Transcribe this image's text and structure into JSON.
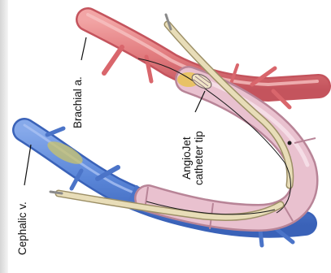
{
  "labels": {
    "brachial": "Brachial a.",
    "cephalic": "Cephalic v.",
    "angiojet_line1": "AngioJet",
    "angiojet_line2": "catheter tip"
  },
  "colors": {
    "artery": "#e58080",
    "artery_dark": "#b84a55",
    "vein": "#5a86d8",
    "vein_dark": "#2f57b0",
    "graft": "#e9c1cf",
    "graft_edge": "#b88497",
    "catheter": "#e8ddb8",
    "catheter_edge": "#9c8f66",
    "thrombus": "#e7c24a",
    "leader_line": "#111111"
  },
  "icons": {
    "artery": "brachial-artery-shape",
    "vein": "cephalic-vein-shape",
    "graft": "av-graft-loop-shape",
    "catheter": "angiojet-catheter-shape"
  }
}
